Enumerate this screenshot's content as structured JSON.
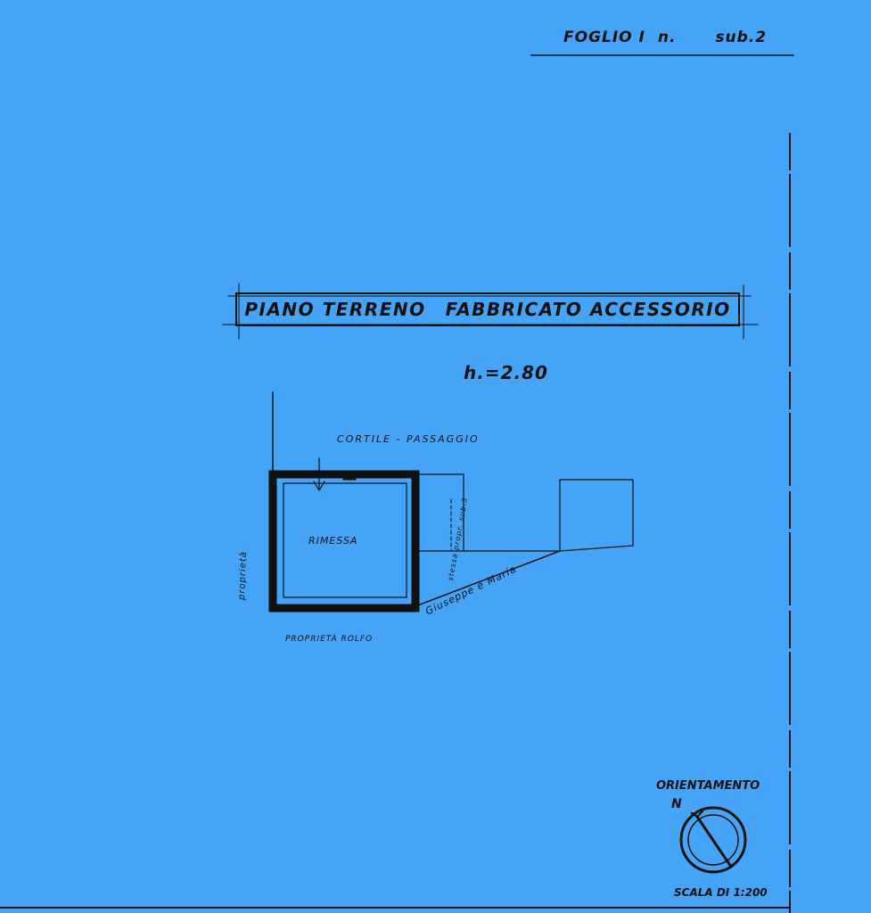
{
  "header": {
    "foglio": "FOGLIO I",
    "n": "n.",
    "sub": "sub.2"
  },
  "plan": {
    "title_left": "PIANO TERRENO",
    "title_right": "FABBRICATO ACCESSORIO",
    "height": "h.=2.80",
    "courtyard": "CORTILE - PASSAGGIO",
    "room": "RIMESSA",
    "owner_side": "proprietà",
    "owner_vertical": "stessa propr. sub.3",
    "owner_below": "PROPRIETÀ ROLFO",
    "owner_names": "Giuseppe e Maria"
  },
  "orientation": {
    "label": "ORIENTAMENTO",
    "north": "N"
  },
  "scale": {
    "label": "SCALA DI 1:200"
  },
  "colors": {
    "background": "#46a4f7",
    "ink": "#111111"
  }
}
